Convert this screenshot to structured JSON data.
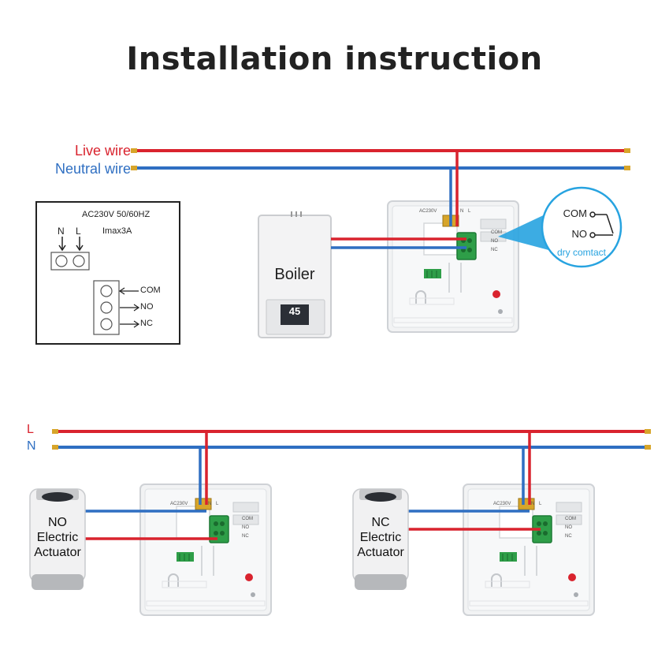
{
  "title": "Installation instruction",
  "top_section": {
    "live_label": "Live wire",
    "neutral_label": "Neutral wire",
    "boiler_label": "Boiler",
    "boiler_display": "45",
    "legend_box": {
      "supply": "AC230V 50/60HZ",
      "current": "Imax3A",
      "n": "N",
      "l": "L",
      "com": "COM",
      "no": "NO",
      "nc": "NC"
    },
    "callout": {
      "com": "COM",
      "no": "NO",
      "caption": "dry comtact"
    }
  },
  "bottom_section": {
    "l_label": "L",
    "n_label": "N",
    "actuator_left": [
      "NO",
      "Electric",
      "Actuator"
    ],
    "actuator_right": [
      "NC",
      "Electric",
      "Actuator"
    ]
  },
  "thermostat": {
    "supply_marking": "AC230V",
    "n": "N",
    "l": "L",
    "com": "COM",
    "no": "NO",
    "nc": "NC"
  },
  "colors": {
    "live": "#d9232e",
    "neutral": "#2f6fc2",
    "callout": "#27a3e0",
    "terminal_green": "#2e9e48"
  }
}
